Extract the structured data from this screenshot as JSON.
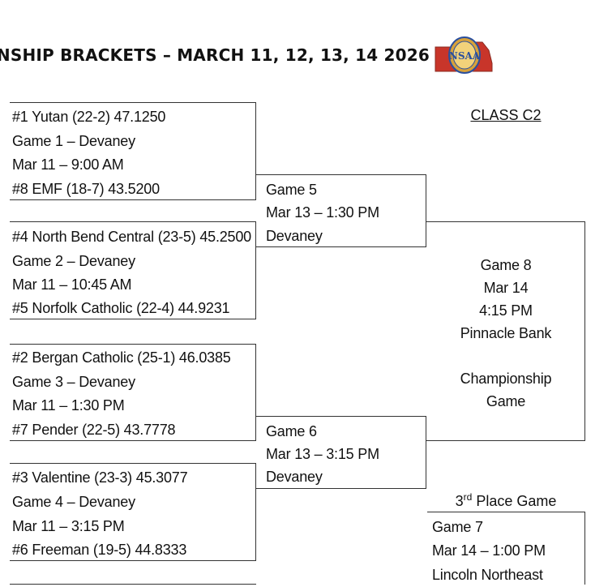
{
  "header": {
    "title": "NSHIP BRACKETS – MARCH 11, 12, 13, 14 2026",
    "logo_text": "NSAA"
  },
  "class_label": "CLASS C2",
  "games": {
    "g1": {
      "top_team": "#1 Yutan (22-2) 47.1250",
      "info": "Game 1 – Devaney",
      "time": "Mar 11 – 9:00 AM",
      "bottom_team": "#8 EMF (18-7) 43.5200"
    },
    "g2": {
      "top_team": "#4 North Bend Central (23-5) 45.2500",
      "info": "Game 2 – Devaney",
      "time": "Mar 11 – 10:45 AM",
      "bottom_team": "#5 Norfolk Catholic (22-4) 44.9231"
    },
    "g3": {
      "top_team": "#2 Bergan Catholic (25-1) 46.0385",
      "info": "Game 3 – Devaney",
      "time": "Mar 11 – 1:30 PM",
      "bottom_team": "#7 Pender (22-5) 43.7778"
    },
    "g4": {
      "top_team": "#3 Valentine (23-3) 45.3077",
      "info": "Game 4 – Devaney",
      "time": "Mar 11 – 3:15 PM",
      "bottom_team": "#6 Freeman (19-5) 44.8333"
    },
    "g5": {
      "name": "Game 5",
      "time": "Mar 13 – 1:30 PM",
      "venue": "Devaney"
    },
    "g6": {
      "name": "Game 6",
      "time": "Mar 13 – 3:15 PM",
      "venue": "Devaney"
    },
    "g8": {
      "name": "Game 8",
      "date": "Mar 14",
      "time": "4:15 PM",
      "venue": "Pinnacle Bank",
      "label1": "Championship",
      "label2": "Game"
    },
    "g7": {
      "heading_num": "3",
      "heading_suffix": "rd",
      "heading_rest": " Place Game",
      "name": "Game 7",
      "time": "Mar 14 – 1:00 PM",
      "venue": "Lincoln Northeast"
    }
  },
  "colors": {
    "line": "#333333",
    "text": "#111111",
    "logo_gold": "#d8a23a",
    "logo_blue": "#2a4f9e",
    "logo_red": "#c8352a"
  }
}
